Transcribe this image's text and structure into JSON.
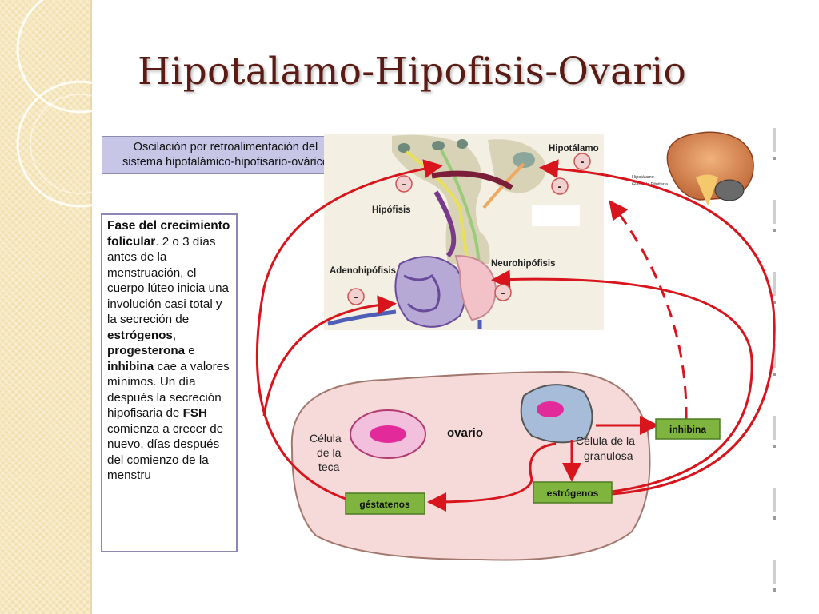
{
  "slide": {
    "title": "Hipotalamo-Hipofisis-Ovario"
  },
  "caption": {
    "line1": "Oscilación por retroalimentación del",
    "line2": "sistema hipotalámico-hipofisario-ovárico"
  },
  "phase_text": {
    "lead": "Fase del crecimiento folicular",
    "body1": ". 2 o 3 días antes de la menstruación, el cuerpo lúteo inicia una involución casi total y la secreción de ",
    "estrogenos": "estrógenos",
    "comma": ", ",
    "progesterona": "progesterona",
    "e": " e ",
    "inhibina": "inhibina",
    "body2": " cae a valores mínimos. Un día después la secreción hipofisaria de ",
    "fsh": "FSH",
    "body3": " comienza a crecer de nuevo, días después del comienzo de la menstru"
  },
  "diagram_labels": {
    "hipotalamo": "Hipotálamo",
    "hipofisis": "Hipófisis",
    "adenohipofisis": "Adenohipófisis",
    "neurohipofisis": "Neurohipófisis",
    "ovario": "ovario",
    "celula_teca_1": "Célula",
    "celula_teca_2": "de la",
    "celula_teca_3": "teca",
    "celula_granulosa_1": "Célula de la",
    "celula_granulosa_2": "granulosa",
    "inhibina": "inhibina",
    "estrogenos": "estrógenos",
    "gestagenos": "géstatenos",
    "minus": "-",
    "brain_label_1": "Hipotálamo",
    "brain_label_2": "Glándula Pituitaria"
  },
  "colors": {
    "title": "#5a1b14",
    "arrow": "#d8141c",
    "hormone_box": "#7fb53e",
    "ovary_fill": "#f6d9d9",
    "caption_bg": "#c7c6e6"
  }
}
